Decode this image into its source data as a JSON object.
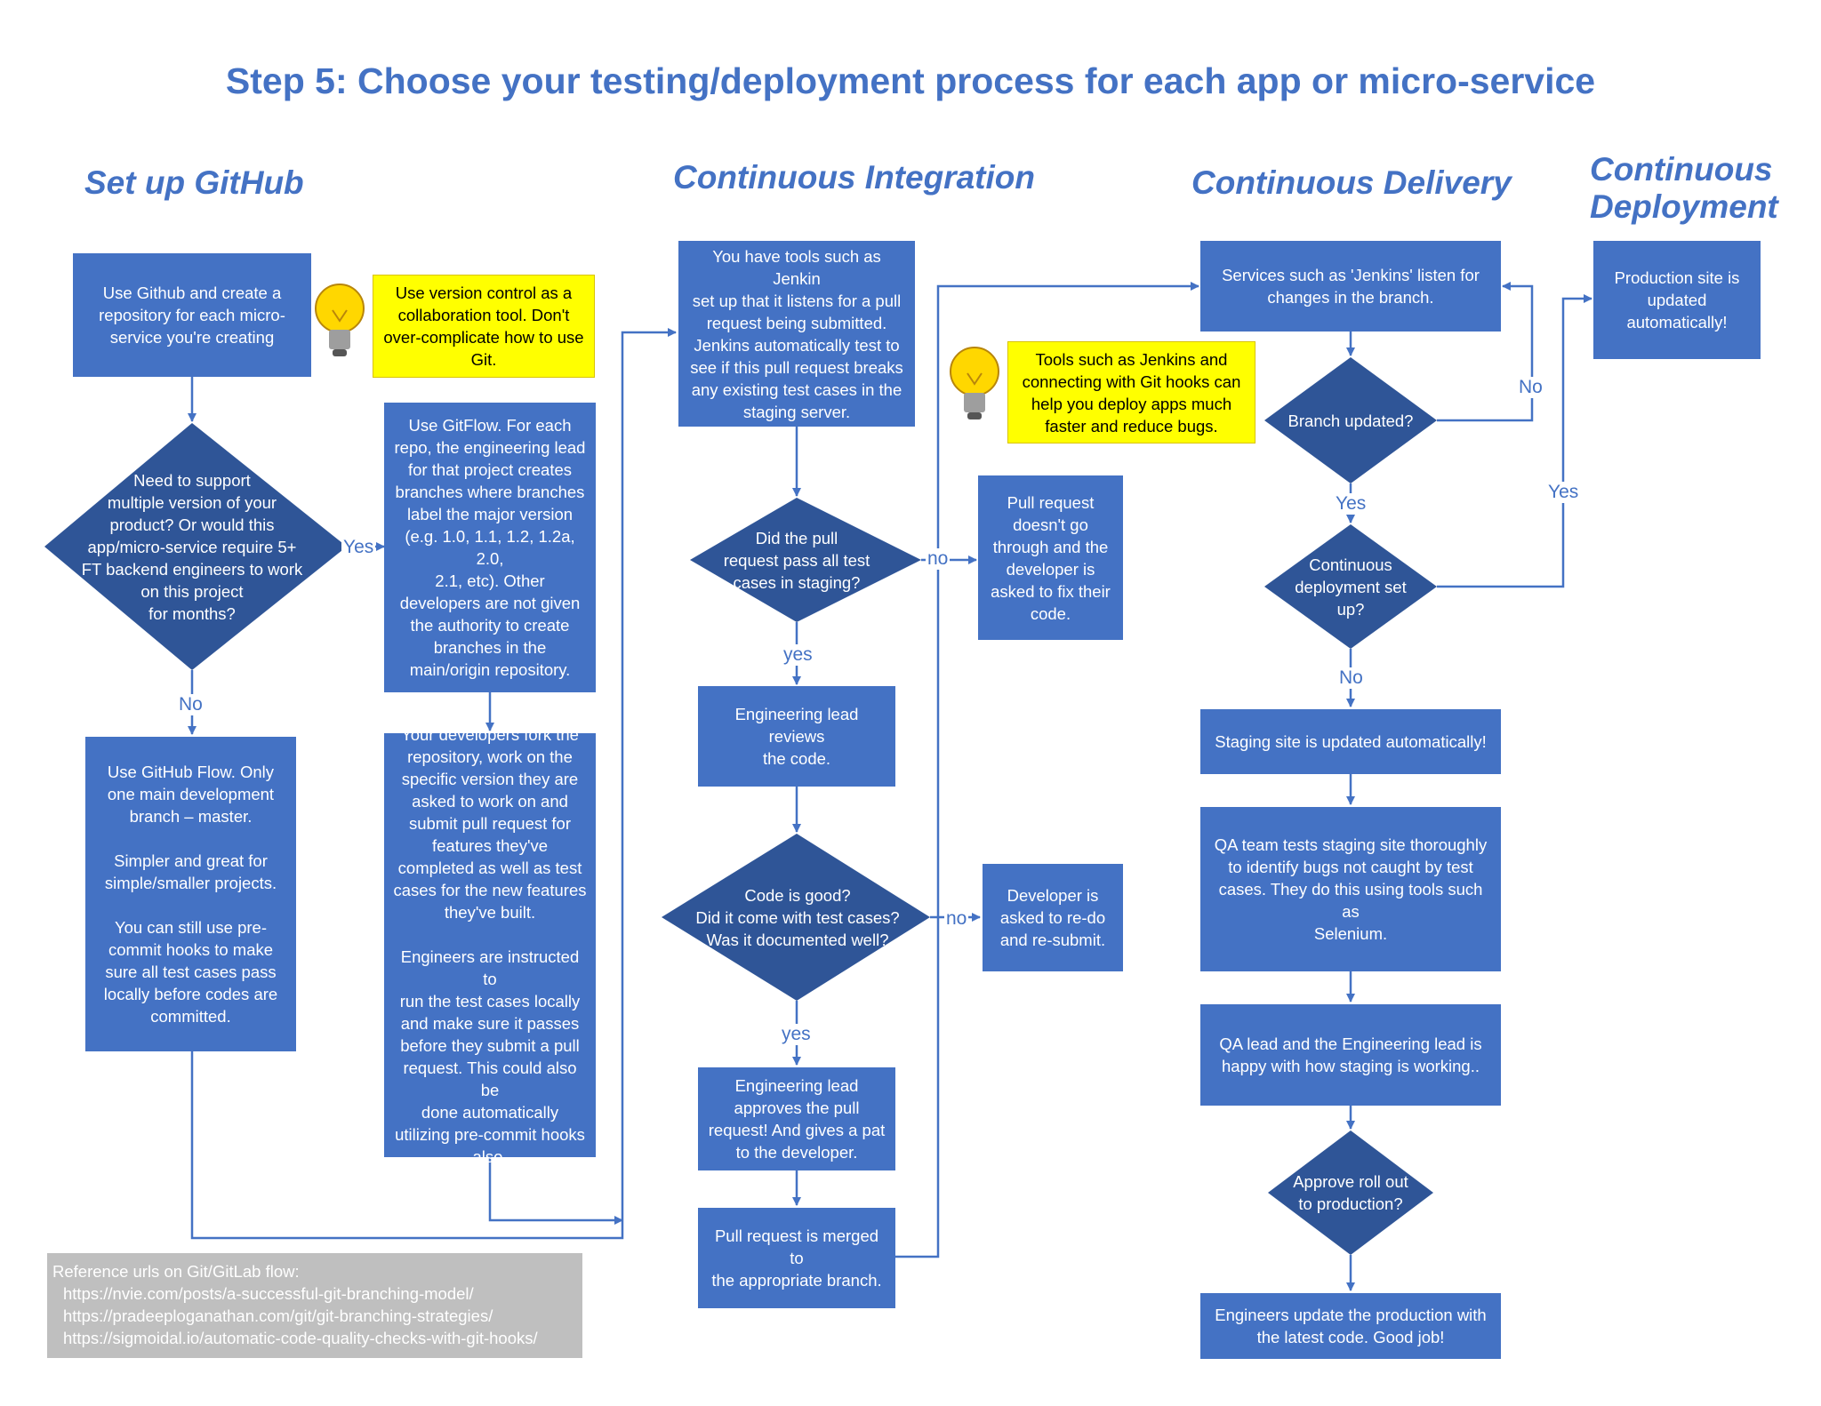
{
  "title": "Step 5: Choose your testing/deployment process for each app or micro-service",
  "sections": {
    "github": "Set up GitHub",
    "ci": "Continuous Integration",
    "cd": "Continuous Delivery",
    "deploy": "Continuous\nDeployment"
  },
  "github": {
    "create_repo": "Use Github and create a\nrepository for each micro-\nservice you're creating",
    "tip": "Use version control as a\ncollaboration tool.  Don't\nover-complicate how to use\nGit.",
    "decision": "Need to support\nmultiple version of your\nproduct? Or would this\napp/micro-service require 5+\nFT backend engineers to work\non this project\nfor months?",
    "gitflow": "Use GitFlow.  For each\nrepo, the engineering lead\nfor that project creates\nbranches where branches\nlabel the major version\n(e.g. 1.0, 1.1, 1.2, 1.2a, 2.0,\n2.1, etc).  Other\ndevelopers are not given\nthe authority to create\nbranches in the\nmain/origin repository.",
    "github_flow": "Use GitHub Flow.  Only\none main development\nbranch – master.\n\nSimpler and great for\nsimple/smaller projects.\n\nYou can still use pre-\ncommit hooks to make\nsure all test cases pass\nlocally before codes are\ncommitted.",
    "fork": "Your developers fork the\nrepository, work on the\nspecific version they are\nasked to work on and\nsubmit pull request for\nfeatures they've\ncompleted as well as test\ncases for the new features\nthey've built.\n\nEngineers are instructed to\nrun the test cases locally\nand make sure it passes\nbefore they submit a pull\nrequest. This could also be\ndone automatically\nutilizing pre-commit hooks\nalso.",
    "yes": "Yes",
    "no": "No"
  },
  "ci": {
    "jenkins": "You have tools such as Jenkin\nset up that it listens for a pull\nrequest being submitted.\nJenkins automatically test to\nsee if this pull request breaks\nany existing test cases in the\nstaging server.",
    "tests_pass": "Did the pull\nrequest pass all test\ncases in staging?",
    "fix_code": "Pull request\ndoesn't go\nthrough and the\ndeveloper is\nasked to fix their\ncode.",
    "review": "Engineering lead reviews\nthe code.",
    "code_good": "Code is good?\nDid it come with test cases?\nWas it documented well?",
    "redo": "Developer is\nasked to re-do\nand re-submit.",
    "approve": "Engineering lead\napproves the pull\nrequest! And gives a pat\nto the developer.",
    "merged": "Pull request is merged to\nthe appropriate branch.",
    "tip": "Tools such as Jenkins and\nconnecting with Git hooks can\nhelp you deploy apps much\nfaster and reduce bugs.",
    "yes1": "yes",
    "no1": "no",
    "yes2": "yes",
    "no2": "no"
  },
  "cd": {
    "listen": "Services such as 'Jenkins' listen for\nchanges in the branch.",
    "branch_updated": "Branch updated?",
    "deploy_setup": "Continuous\ndeployment set\nup?",
    "staging": "Staging site is updated automatically!",
    "qa": "QA team tests staging site thoroughly\nto identify bugs not caught by test\ncases. They do this using tools such as\nSelenium.",
    "happy": "QA lead and the Engineering lead is\nhappy with how staging is working..",
    "approve_rollout": "Approve roll out\nto production?",
    "engineers_update": "Engineers update the production with\nthe latest code. Good job!",
    "no_loop": "No",
    "yes_branch": "Yes",
    "no_deploy": "No",
    "yes_deploy": "Yes"
  },
  "deploy": {
    "production": "Production site is\nupdated\nautomatically!"
  },
  "references": {
    "heading": "Reference urls on Git/GitLab flow:",
    "urls": [
      "https://nvie.com/posts/a-successful-git-branching-model/",
      "https://pradeeploganathan.com/git/git-branching-strategies/",
      "https://sigmoidal.io/automatic-code-quality-checks-with-git-hooks/"
    ]
  },
  "colors": {
    "primary": "#4472c4",
    "note": "#ffff00",
    "reference_bg": "#bfbfbf"
  },
  "icons": [
    "lightbulb-icon",
    "lightbulb-icon"
  ]
}
